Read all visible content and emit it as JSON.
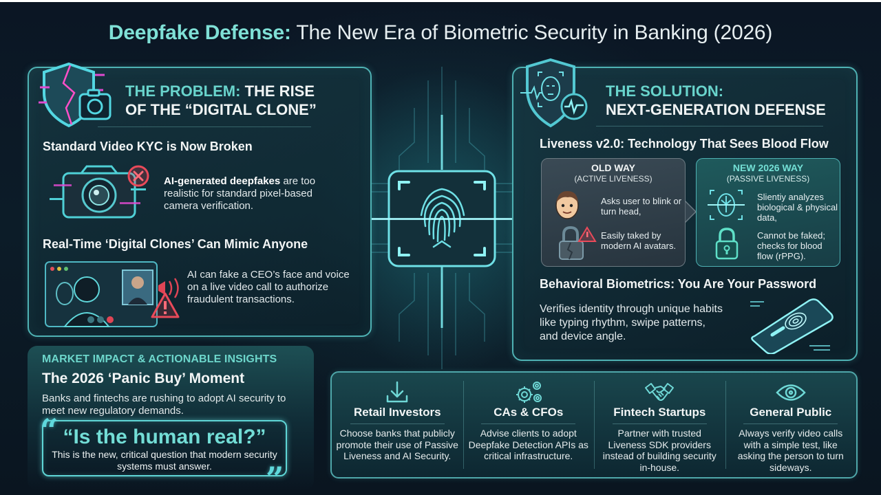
{
  "header": {
    "title_accent": "Deepfake Defense:",
    "title_rest": " The New Era of Biometric Security in Banking (2026)"
  },
  "problem": {
    "title_accent": "THE PROBLEM:",
    "title_rest": " THE RISE",
    "title_line2": "OF THE “DIGITAL CLONE”",
    "icon": "broken-shield-camera-icon",
    "items": [
      {
        "heading": "Standard Video KYC is Now Broken",
        "bold": "AI-generated deepfakes",
        "text": " are too realistic for standard pixel-based camera verification.",
        "icon": "glitched-camera-icon",
        "badge_icon": "error-x-icon"
      },
      {
        "heading": "Real-Time ‘Digital Clones’ Can Mimic Anyone",
        "text": "AI can fake a CEO’s face and voice on a live video call to authorize fraudulent transactions.",
        "icon": "video-call-icon",
        "badge_icon": "warning-triangle-icon"
      }
    ]
  },
  "center": {
    "icon": "fingerprint-scanner-icon"
  },
  "solution": {
    "title_accent": "THE SOLUTION:",
    "title_line2": "NEXT-GENERATION DEFENSE",
    "icon": "shield-face-pulse-icon",
    "liveness_heading": "Liveness v2.0: Technology That Sees Blood Flow",
    "old_way": {
      "title": "OLD WAY",
      "subtitle": "(ACTIVE LIVENESS)",
      "point1": "Asks user to blink or turn head,",
      "point2": "Easily taked by modern AI avatars.",
      "icon1": "cartoon-face-icon",
      "icon2": "broken-lock-warning-icon"
    },
    "new_way": {
      "title": "NEW 2026 WAY",
      "subtitle": "(PASSIVE LIVENESS)",
      "point1": "Slientiy analyzes biological & physical data,",
      "point2": "Cannot be faked; checks for blood flow (rPPG).",
      "icon1": "face-scan-icon",
      "icon2": "padlock-icon"
    },
    "behavioral_heading": "Behavioral Biometrics: You Are Your Password",
    "behavioral_text": "Verifies identity through unique habits like typing rhythm, swipe patterns, and device angle.",
    "behavioral_icon": "phone-fingerprint-icon"
  },
  "market": {
    "kicker": "MARKET IMPACT & ACTIONABLE INSIGHTS",
    "title": "The 2026 ‘Panic Buy’ Moment",
    "body": "Banks and fintechs are rushing to adopt AI security to meet new regulatory demands.",
    "quote": "“Is the human real?”",
    "quote_sub": "This is the new, critical question that modern security systems must answer.",
    "open_mark": "“",
    "close_mark": "”"
  },
  "audience": [
    {
      "icon": "download-icon",
      "title": "Retail Investors",
      "text": "Choose banks that publicly promote their use of Passive Liveness and AI Security."
    },
    {
      "icon": "gears-icon",
      "title": "CAs & CFOs",
      "text": "Advise clients to adopt Deepfake Detection APIs as critical infrastructure."
    },
    {
      "icon": "handshake-icon",
      "title": "Fintech Startups",
      "text": "Partner with trusted Liveness SDK providers instead of building security in-house."
    },
    {
      "icon": "eye-icon",
      "title": "General Public",
      "text": "Always verify video calls with a simple test, like asking the person to turn sideways."
    }
  ],
  "colors": {
    "accent_teal": "#69d4cc",
    "glow_cyan": "#5fd6d6",
    "alert_red": "#e0404f",
    "background": "#0b1624"
  }
}
